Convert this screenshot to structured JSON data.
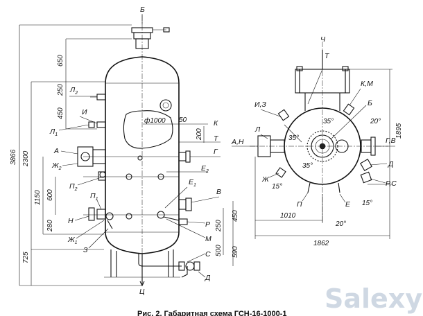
{
  "caption": "Рис. 2. Габаритная схема ГСН-16-1000-1",
  "watermark": "Salexy",
  "colors": {
    "line": "#111111",
    "watermark": "#cfd8e3",
    "background": "#ffffff"
  },
  "left_view": {
    "labels": {
      "B_top": "Б",
      "L2": "Л",
      "L2_sub": "2",
      "I": "И",
      "L1": "Л",
      "L1_sub": "1",
      "A": "А",
      "Zh2": "Ж",
      "Zh2_sub": "2",
      "P2": "П",
      "P2_sub": "2",
      "P1": "П",
      "P1_sub": "1",
      "N": "Н",
      "Zh1": "Ж",
      "Zh1_sub": "1",
      "Z": "З",
      "T": "Т",
      "K": "К",
      "G": "Г",
      "E2": "Е",
      "E2_sub": "2",
      "E1": "Е",
      "E1_sub": "1",
      "V": "В",
      "R": "Р",
      "M": "М",
      "S": "С",
      "D": "Д",
      "Ts": "Ц",
      "phi1000": "ф1000",
      "d50": "50"
    },
    "dims_left": {
      "d3866": "3866",
      "d2300": "2300",
      "d650": "650",
      "d250a": "250",
      "d450a": "450",
      "d1150": "1150",
      "d600": "600",
      "d280": "280",
      "d725": "725"
    },
    "dims_right": {
      "d200": "200",
      "d250b": "250",
      "d450b": "450",
      "d500": "500",
      "d590": "590"
    }
  },
  "right_view": {
    "labels": {
      "Ch": "Ч",
      "T": "Т",
      "IZ": "И,З",
      "KM": "К,М",
      "L": "Л",
      "B": "Б",
      "AN": "А,Н",
      "GV": "Г,В",
      "D": "Д",
      "Zh": "Ж",
      "RS": "Р,С",
      "P": "П",
      "E": "Е"
    },
    "angles": {
      "a35a": "35°",
      "a35b": "35°",
      "a35c": "35°",
      "a20a": "20°",
      "a20b": "20°",
      "a15a": "15°",
      "a15b": "15°"
    },
    "dims": {
      "d1895": "1895",
      "d1010": "1010",
      "d1862": "1862"
    }
  }
}
